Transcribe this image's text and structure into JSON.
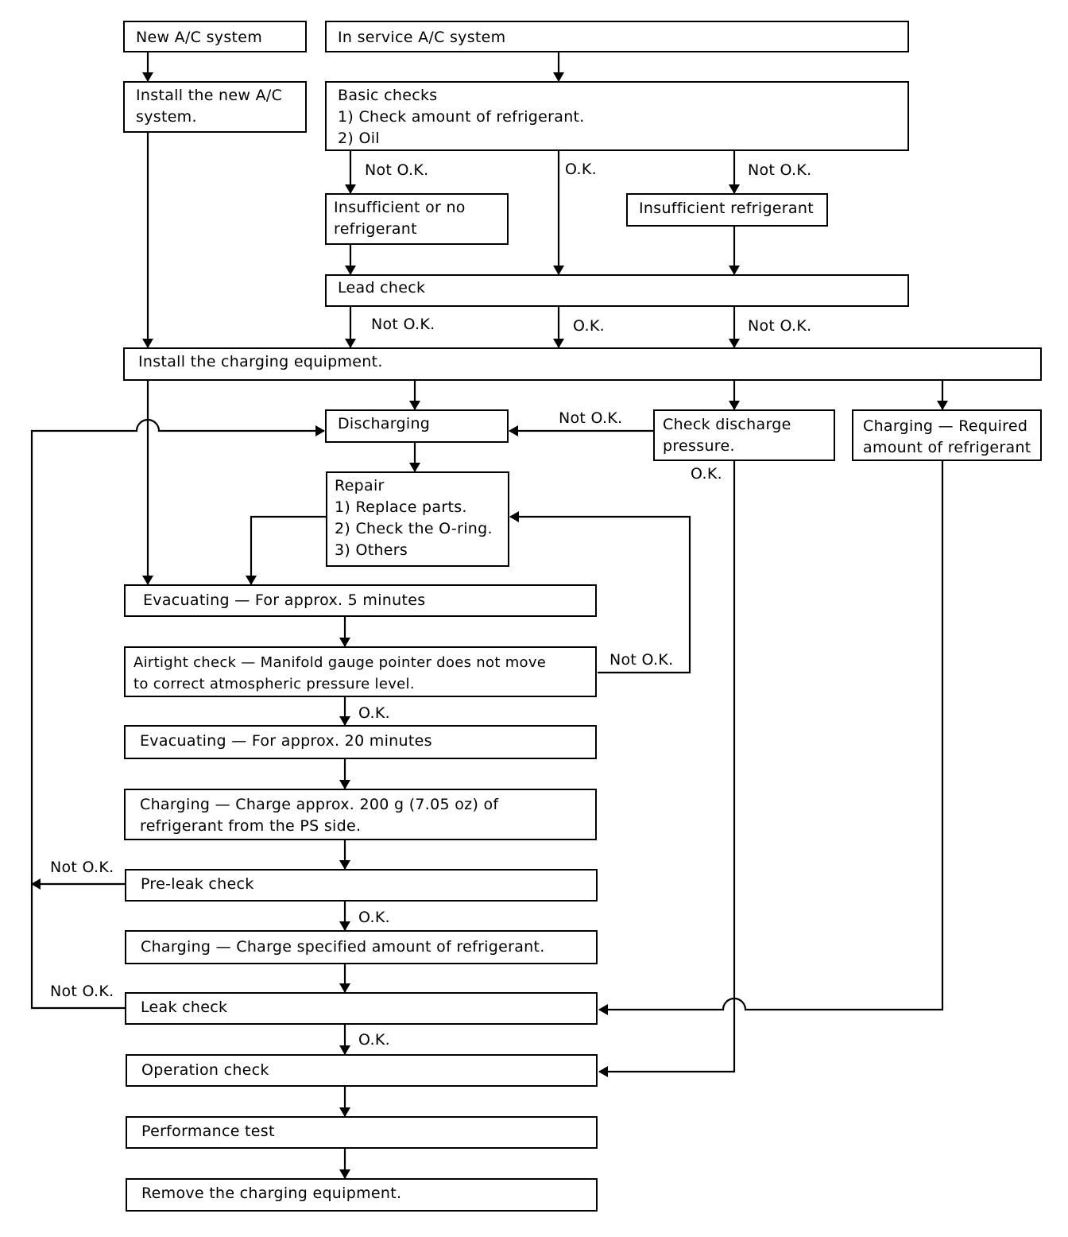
{
  "boxes": {
    "new_system": [
      "New A/C system"
    ],
    "in_service": [
      "In service A/C system"
    ],
    "install_new": [
      "Install the new A/C",
      "system."
    ],
    "basic_checks": [
      "Basic checks",
      "1) Check amount of refrigerant.",
      "2) Oil"
    ],
    "insufficient_or_no": [
      "Insufficient or no",
      "refrigerant"
    ],
    "insufficient": [
      "Insufficient refrigerant"
    ],
    "lead_check": [
      "Lead check"
    ],
    "install_charging": [
      "Install the charging equipment."
    ],
    "discharging": [
      "Discharging"
    ],
    "check_discharge": [
      "Check discharge",
      "pressure."
    ],
    "charging_required": [
      "Charging — Required",
      "amount of refrigerant"
    ],
    "repair": [
      "Repair",
      "1) Replace parts.",
      "2) Check the O-ring.",
      "3) Others"
    ],
    "evac5": [
      "Evacuating — For approx. 5 minutes"
    ],
    "airtight": [
      "Airtight check — Manifold gauge pointer does not move",
      "to correct atmospheric pressure level."
    ],
    "evac20": [
      "Evacuating — For approx. 20 minutes"
    ],
    "charging200": [
      "Charging — Charge approx. 200 g (7.05 oz) of",
      "refrigerant from the PS side."
    ],
    "preleak": [
      "Pre-leak check"
    ],
    "charging_spec": [
      "Charging — Charge specified amount of refrigerant."
    ],
    "leak": [
      "Leak check"
    ],
    "operation": [
      "Operation check"
    ],
    "performance": [
      "Performance test"
    ],
    "remove": [
      "Remove the charging equipment."
    ]
  },
  "labels": {
    "basic_not_ok_left": "Not O.K.",
    "basic_ok": "O.K.",
    "basic_not_ok_right": "Not O.K.",
    "lead_not_ok_left": "Not O.K.",
    "lead_ok": "O.K.",
    "lead_not_ok_right": "Not O.K.",
    "discharge_not_ok": "Not O.K.",
    "discharge_ok": "O.K.",
    "airtight_not_ok": "Not O.K.",
    "airtight_ok": "O.K.",
    "preleak_not_ok": "Not O.K.",
    "preleak_ok": "O.K.",
    "leak_not_ok": "Not O.K.",
    "leak_ok": "O.K."
  }
}
